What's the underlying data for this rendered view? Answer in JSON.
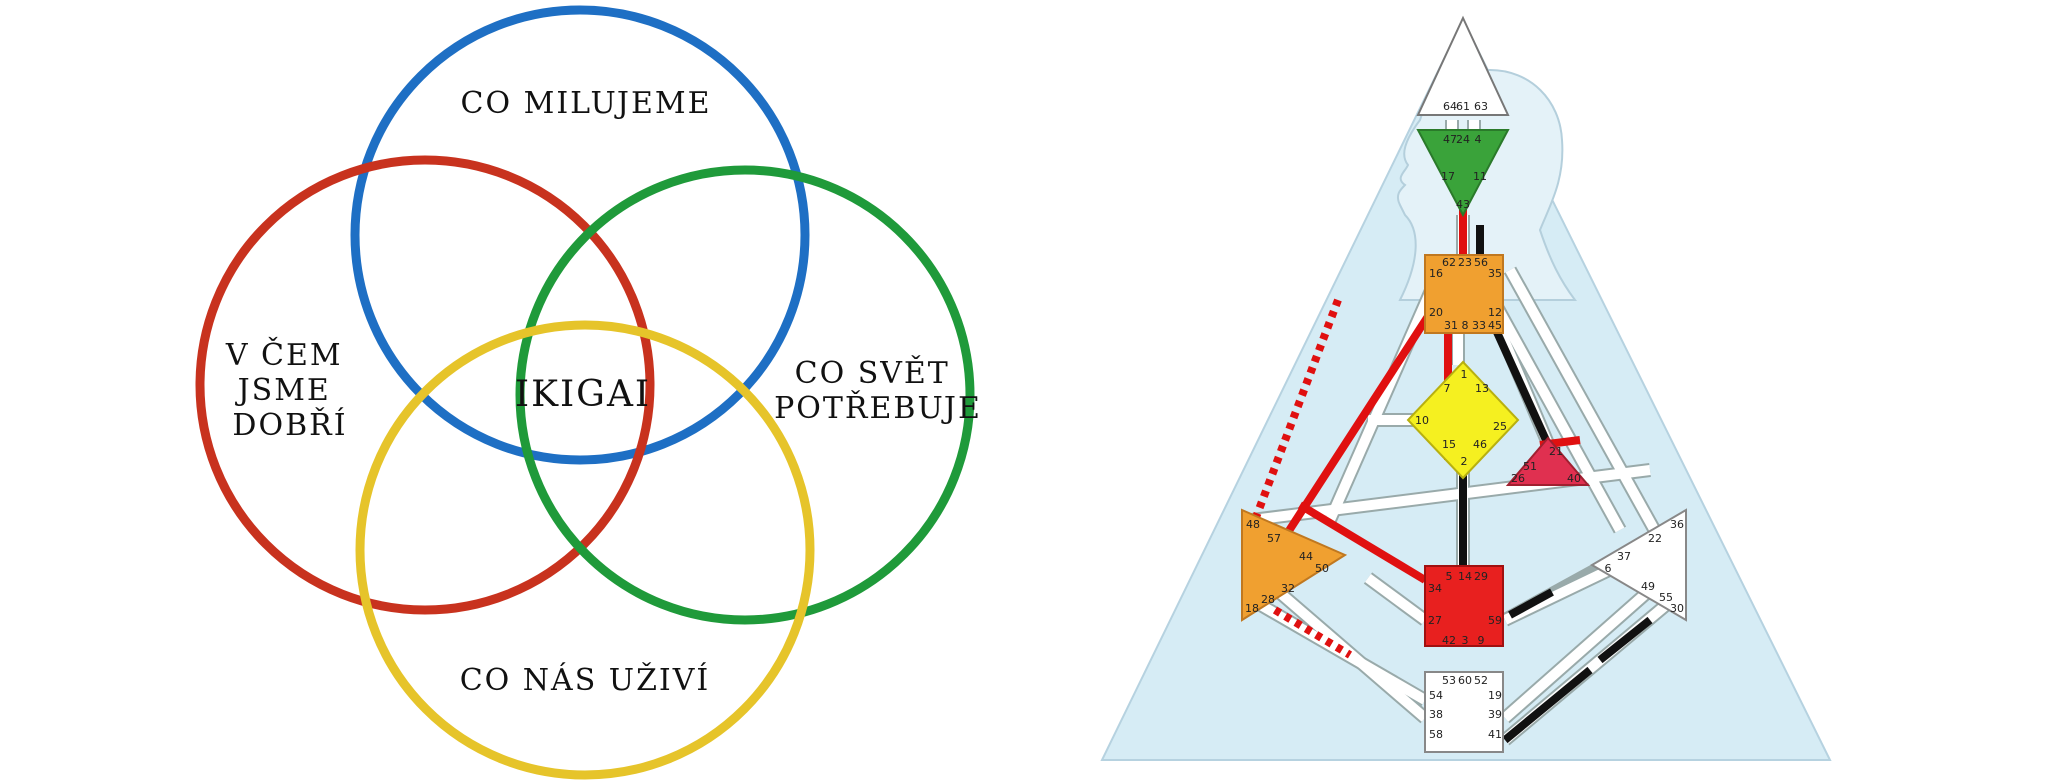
{
  "ikigai": {
    "top": "CO MILUJEME",
    "left": [
      "V ČEM",
      "JSME",
      "DOBŘÍ"
    ],
    "right": [
      "CO SVĚT",
      "POTŘEBUJE"
    ],
    "bottom": "CO NÁS UŽIVÍ",
    "center": "IKIGAI",
    "colors": {
      "blue": "#1e6fc4",
      "red": "#c8321e",
      "green": "#1f9a3a",
      "yellow": "#e6c42a"
    }
  },
  "bodygraph": {
    "colors": {
      "background": "#d6ecf5",
      "green": "#3aa33a",
      "orange": "#f0a030",
      "yellow": "#f5f020",
      "red": "#e8201f",
      "rose": "#e03050",
      "white": "#ffffff",
      "channel_red": "#e01010",
      "channel_black": "#111111"
    },
    "centers": {
      "head": [
        "64",
        "61",
        "63"
      ],
      "ajna": [
        "47",
        "24",
        "4",
        "17",
        "11",
        "43"
      ],
      "throat": [
        "62",
        "23",
        "56",
        "16",
        "35",
        "20",
        "12",
        "31",
        "8",
        "33",
        "45"
      ],
      "g": [
        "1",
        "7",
        "13",
        "10",
        "25",
        "15",
        "46",
        "2"
      ],
      "ego": [
        "21",
        "51",
        "26",
        "40"
      ],
      "spleen": [
        "48",
        "57",
        "44",
        "50",
        "32",
        "28",
        "18"
      ],
      "solar": [
        "36",
        "22",
        "37",
        "6",
        "49",
        "55",
        "30"
      ],
      "sacral": [
        "5",
        "14",
        "29",
        "34",
        "27",
        "59",
        "42",
        "3",
        "9"
      ],
      "root": [
        "53",
        "60",
        "52",
        "54",
        "19",
        "38",
        "39",
        "58",
        "41"
      ]
    }
  }
}
